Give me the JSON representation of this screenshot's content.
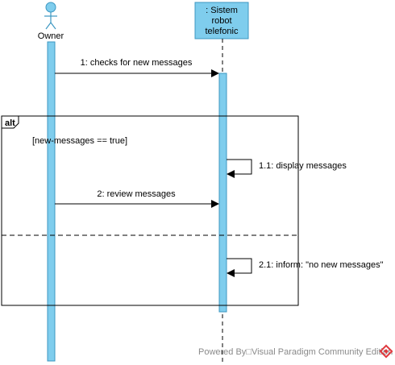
{
  "actor": {
    "name": "Owner"
  },
  "lifeline": {
    "lines": [
      ": Sistem",
      "robot",
      "telefonic"
    ]
  },
  "messages": [
    {
      "label": "1: checks for new messages"
    },
    {
      "label": "1.1: display messages"
    },
    {
      "label": "2: review messages"
    },
    {
      "label": "2.1: inform: \"no new messages\""
    }
  ],
  "fragment": {
    "operator": "alt",
    "guard": "[new-messages == true]"
  },
  "watermark": {
    "text": "Powered By□Visual Paradigm Community Edition"
  },
  "colors": {
    "activation_fill": "#7FCDED",
    "activation_stroke": "#3C97C1",
    "lifeline_head_fill": "#7FCDED",
    "line": "#000000",
    "logo": "#E0393E"
  }
}
